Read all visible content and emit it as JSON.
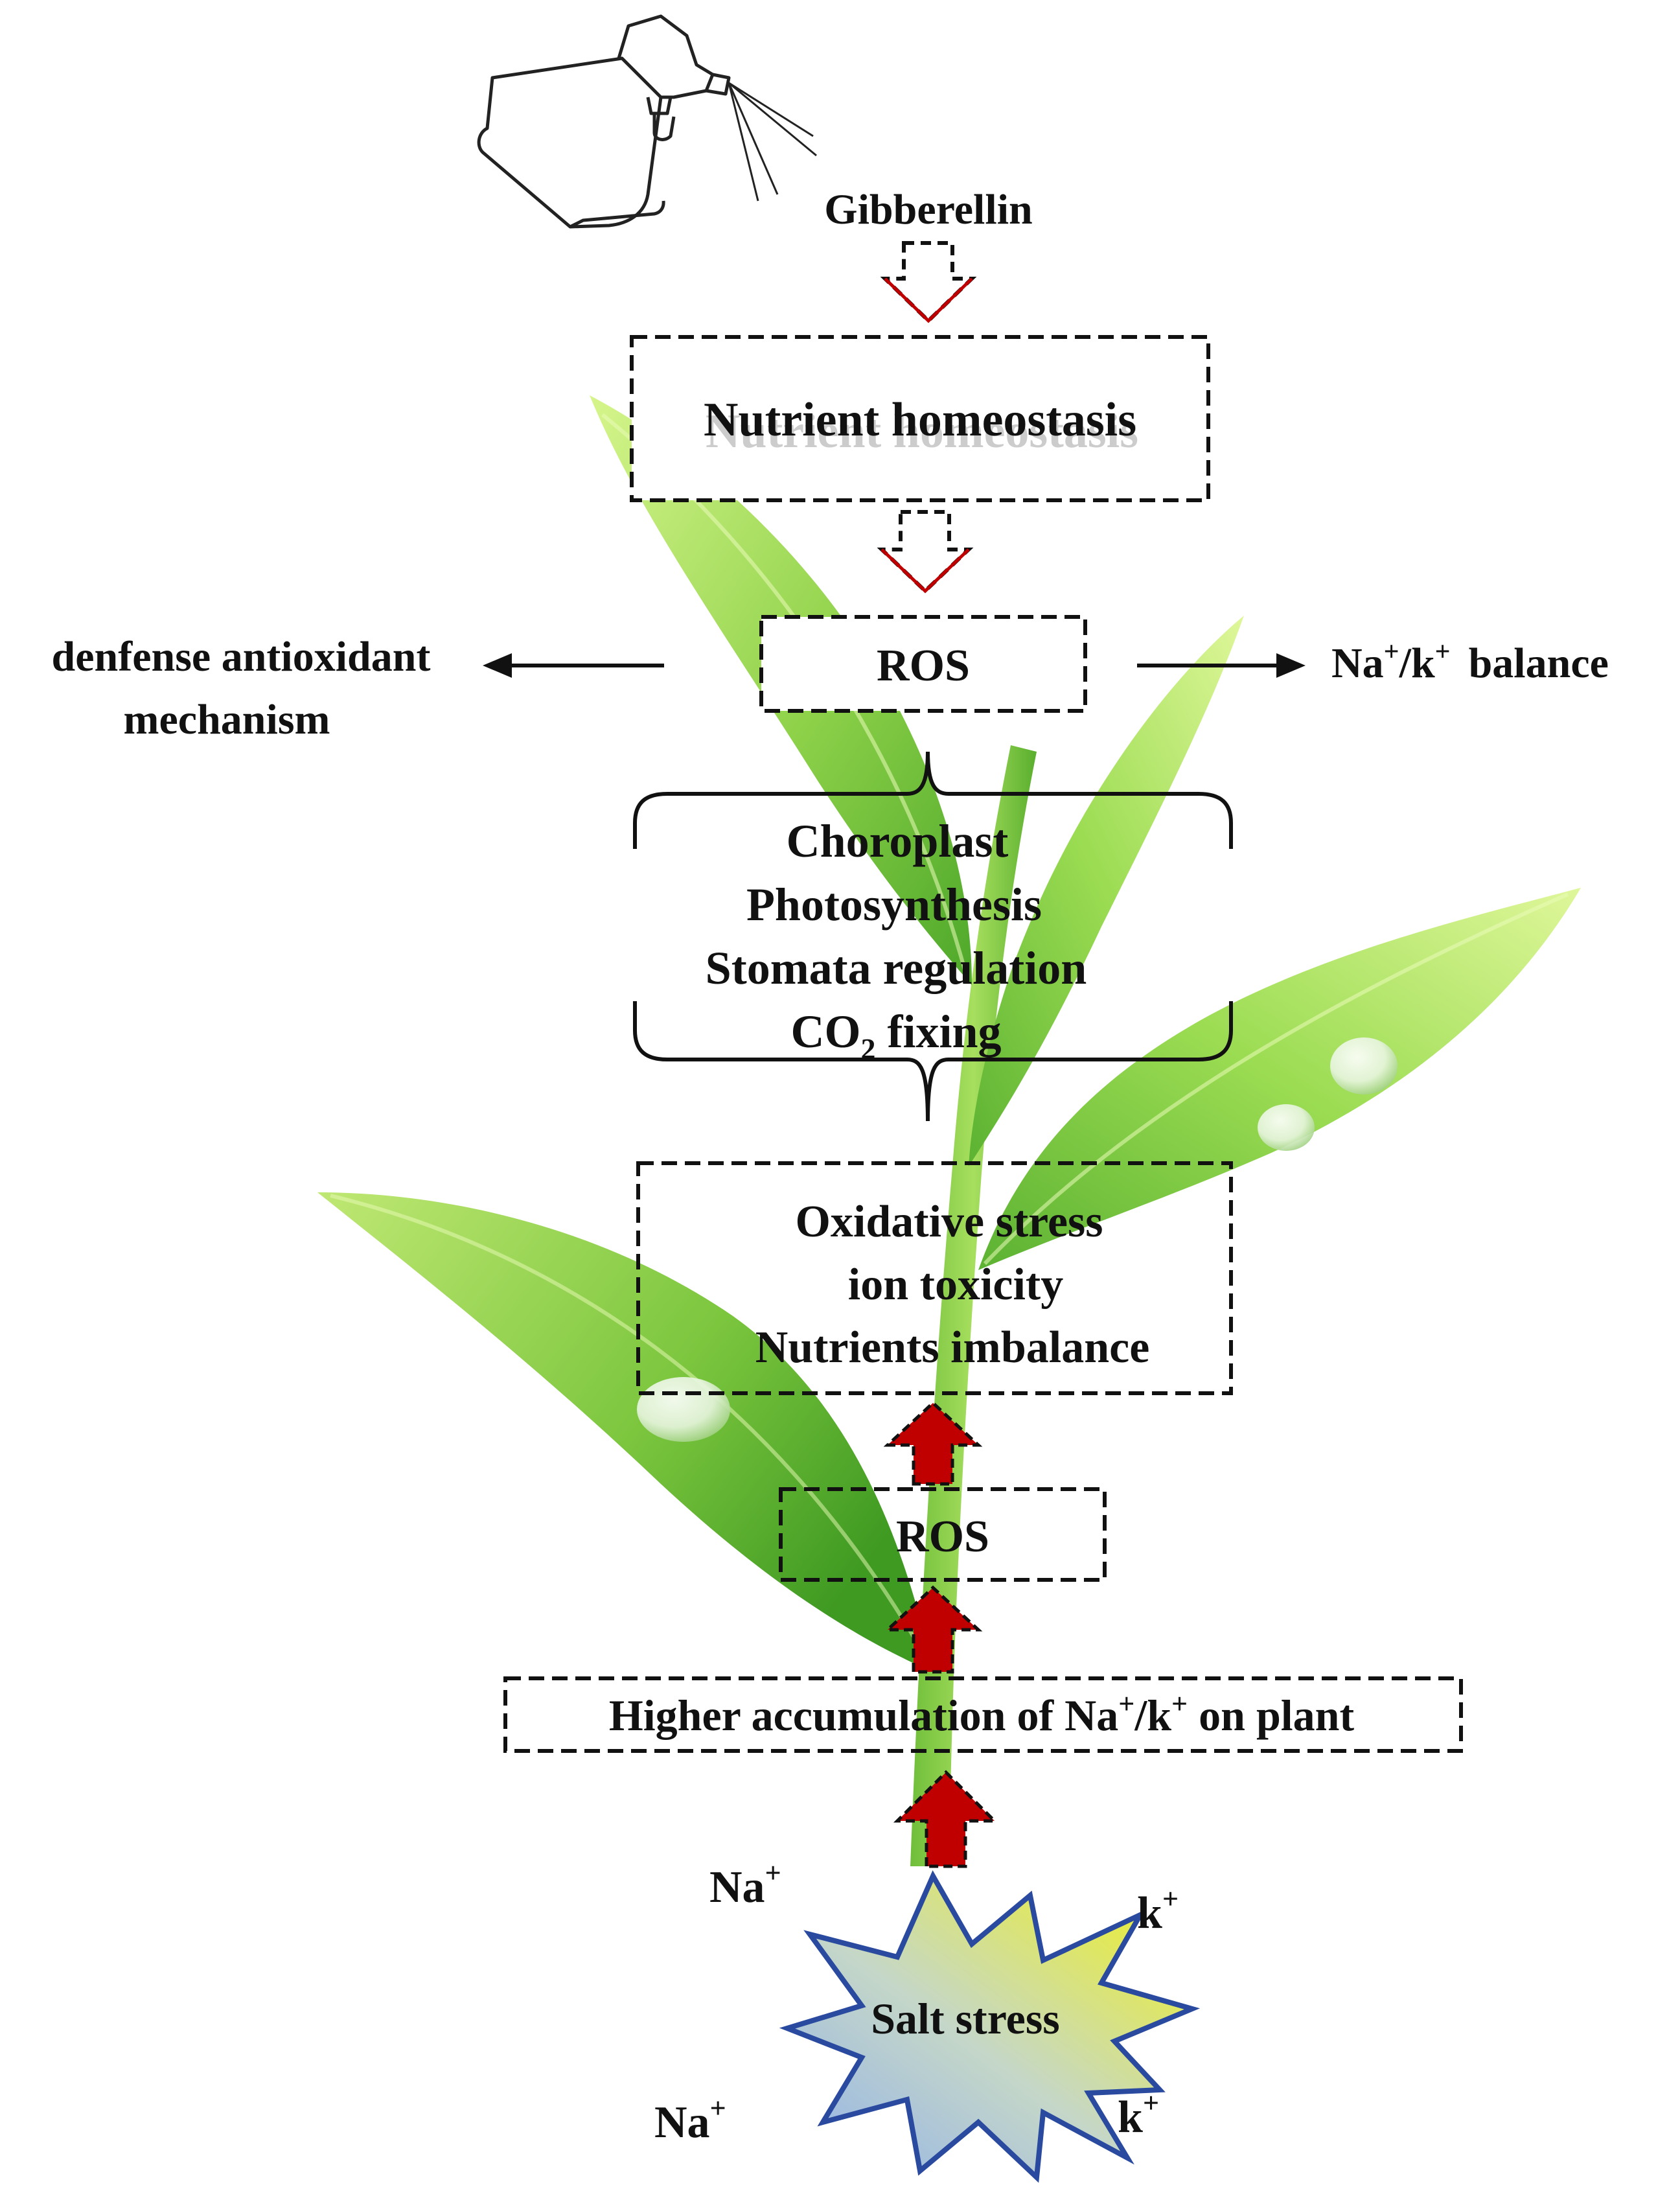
{
  "diagram": {
    "gibberellin": "Gibberellin",
    "nutrient_homeostasis": "Nutrient homeostasis",
    "ros_top": "ROS",
    "left_effect": {
      "line1": "denfense antioxidant",
      "line2": "mechanism"
    },
    "right_effect": {
      "ion_prefix": "Na",
      "ion_sup1": "+",
      "ion_mid": "/k",
      "ion_sup2": "+",
      "label": "balance"
    },
    "processes": {
      "item1": "Choroplast",
      "item2": "Photosynthesis",
      "item3": "Stomata regulation",
      "item4_prefix": "CO",
      "item4_sub": "2",
      "item4_suffix": " fixing"
    },
    "stress_effects": {
      "line1": "Oxidative stress",
      "line2": "ion toxicity",
      "line3": "Nutrients  imbalance"
    },
    "ros_bottom": "ROS",
    "accumulation": {
      "prefix": "Higher accumulation of Na",
      "sup1": "+",
      "mid": "/k",
      "sup2": "+",
      "suffix": " on plant"
    },
    "ions": {
      "na_top": "Na",
      "na_top_sup": "+",
      "k_top": "k",
      "k_top_sup": "+",
      "na_bottom": "Na",
      "na_bottom_sup": "+",
      "k_bottom": "k",
      "k_bottom_sup": "+"
    },
    "salt_stress": "Salt  stress"
  },
  "colors": {
    "leaf_light": "#c8ee7a",
    "leaf_mid": "#8fd24a",
    "leaf_dark": "#4ea82a",
    "red_arrow": "#c00000",
    "star_yellow": "#f2f218",
    "star_blue": "#8fb0ea",
    "star_stroke": "#2a4aa0"
  }
}
